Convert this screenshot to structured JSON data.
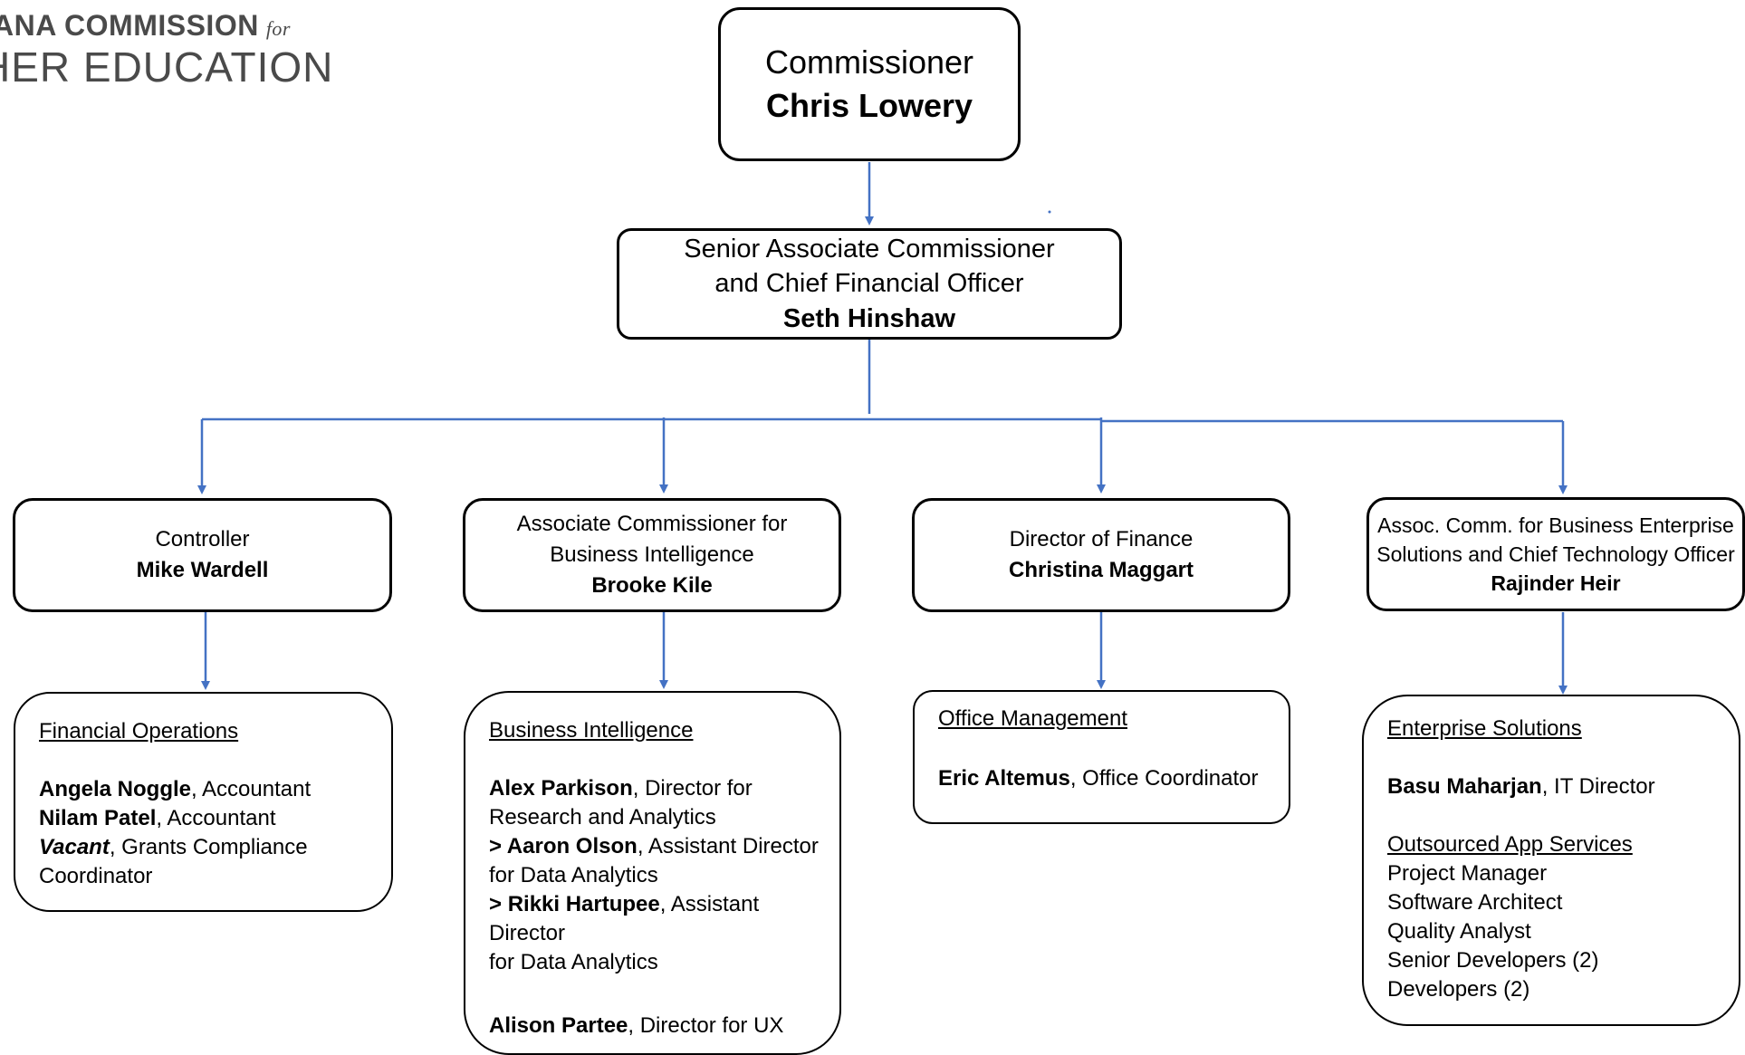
{
  "logo": {
    "line1": "ANA COMMISSION",
    "line1_for": "for",
    "line2": "HER EDUCATION"
  },
  "commissioner": {
    "title": "Commissioner",
    "name": "Chris Lowery"
  },
  "senior": {
    "title_line1": "Senior Associate Commissioner",
    "title_line2": "and Chief Financial Officer",
    "name": "Seth Hinshaw"
  },
  "controller": {
    "title": "Controller",
    "name": "Mike Wardell"
  },
  "assoc_bi": {
    "title_line1": "Associate Commissioner for",
    "title_line2": "Business Intelligence",
    "name": "Brooke Kile"
  },
  "finance": {
    "title": "Director of Finance",
    "name": "Christina Maggart"
  },
  "assoc_cto": {
    "title_line1": "Assoc. Comm. for Business Enterprise",
    "title_line2": "Solutions and Chief Technology Officer",
    "name": "Rajinder Heir"
  },
  "financial_ops": {
    "heading": "Financial Operations",
    "staff": [
      {
        "name": "Angela Noggle",
        "role": ", Accountant"
      },
      {
        "name": "Nilam Patel",
        "role": ", Accountant"
      },
      {
        "name": "Vacant",
        "role": ", Grants Compliance",
        "role2": "Coordinator"
      }
    ]
  },
  "business_intel": {
    "heading": "Business Intelligence",
    "staff": [
      {
        "name": "Alex Parkison",
        "role": ", Director for",
        "role2": "Research and Analytics"
      },
      {
        "prefix": "> ",
        "name": "Aaron Olson",
        "role": ", Assistant Director",
        "role2": "for Data Analytics"
      },
      {
        "prefix": "> ",
        "name": "Rikki Hartupee",
        "role": ", Assistant Director",
        "role2": "for Data Analytics"
      },
      {
        "name": "Alison Partee",
        "role": ", Director for UX"
      }
    ]
  },
  "office_mgmt": {
    "heading": "Office Management",
    "staff": [
      {
        "name": "Eric Altemus",
        "role": ", Office Coordinator"
      }
    ]
  },
  "enterprise": {
    "heading": "Enterprise Solutions",
    "staff": [
      {
        "name": "Basu Maharjan",
        "role": ", IT Director"
      }
    ],
    "sub_heading": "Outsourced App Services",
    "sub_items": [
      "Project Manager",
      "Software Architect",
      "Quality Analyst",
      "Senior Developers (2)",
      "Developers (2)"
    ]
  },
  "colors": {
    "connector": "#4472c4",
    "border": "#000000",
    "logo": "#4a4a4a"
  }
}
